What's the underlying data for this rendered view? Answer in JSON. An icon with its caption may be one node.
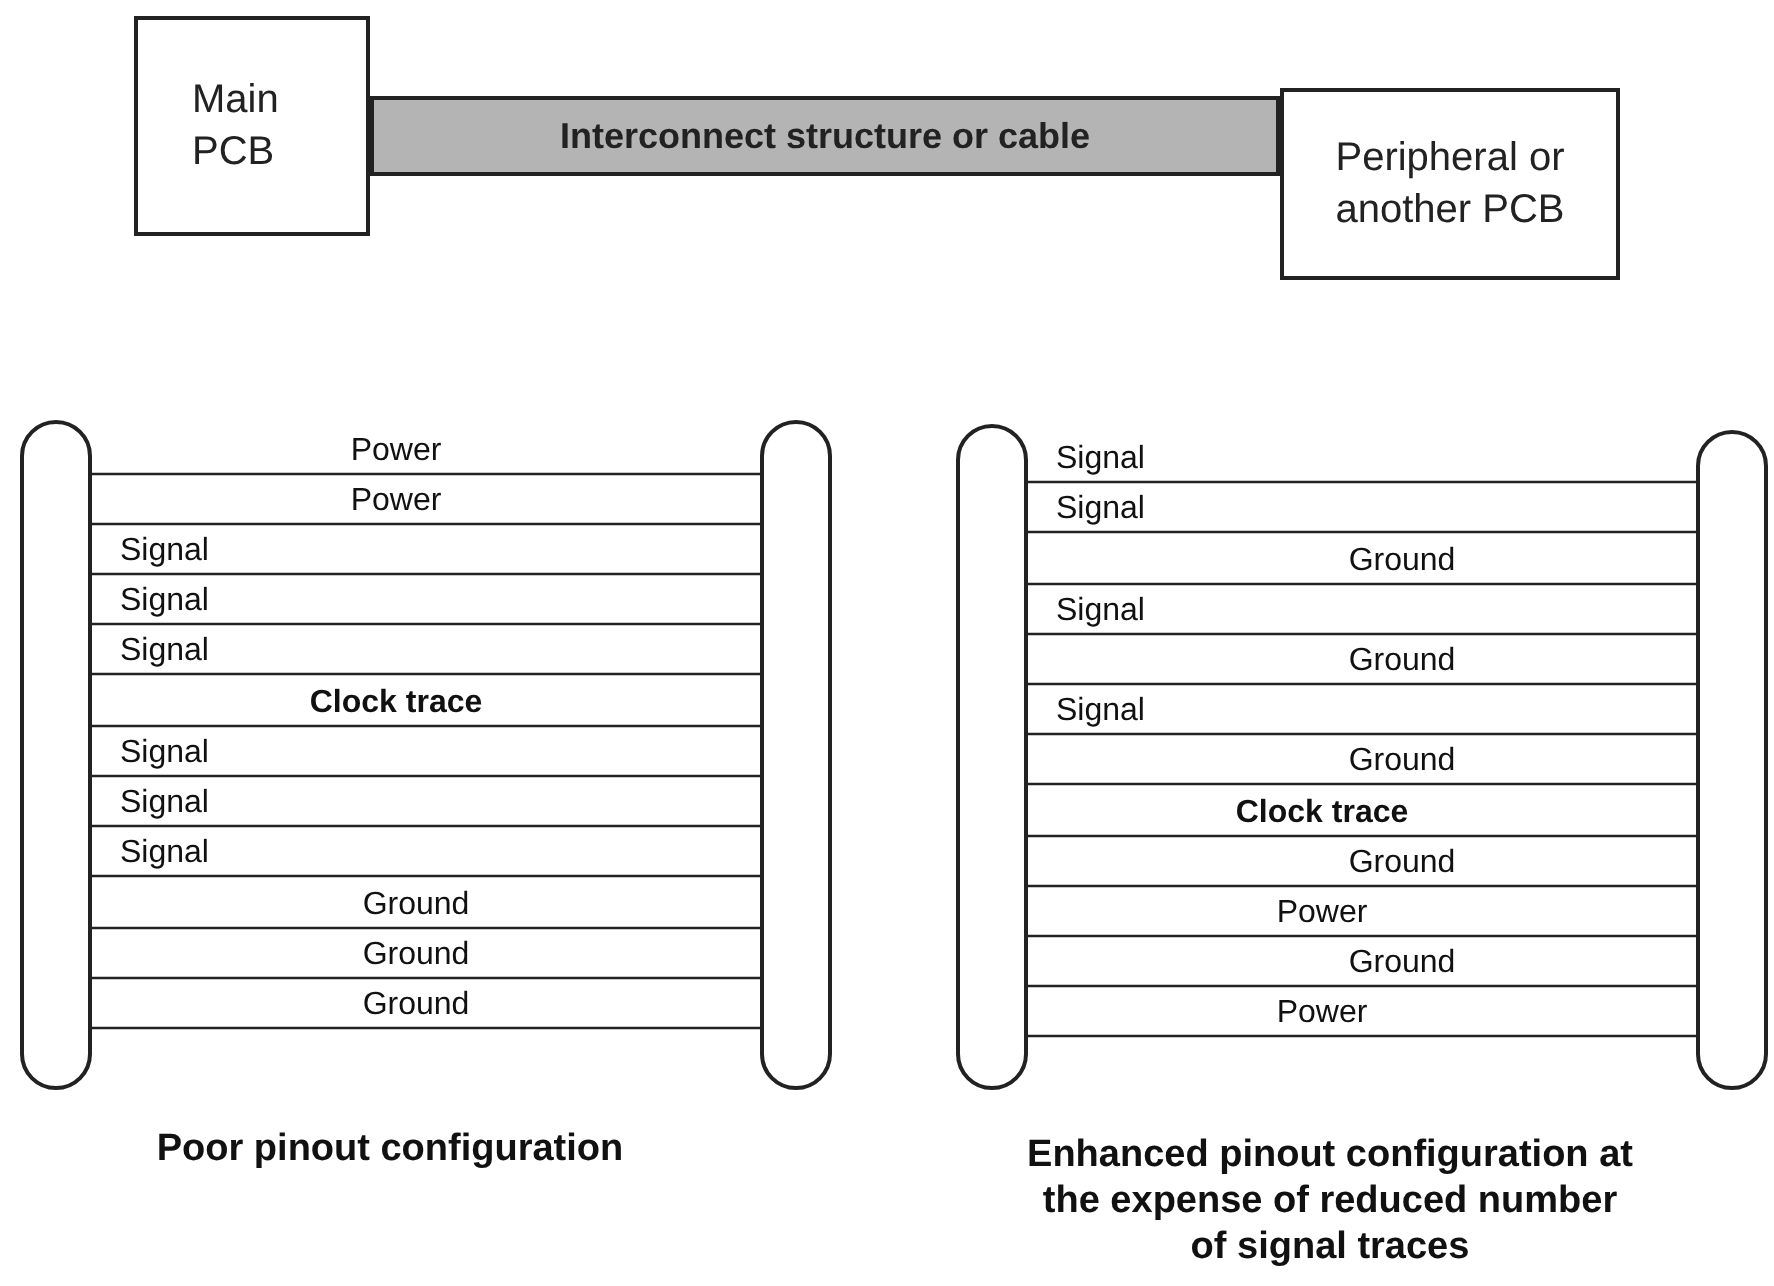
{
  "diagram": {
    "nodes": [
      {
        "text": [
          "Main PCB"
        ]
      },
      {
        "text": [
          "Interconnect structure or cable"
        ]
      },
      {
        "text": [
          "Peripheral or another PCB"
        ]
      },
      {
        "text": [],
        "shape": "bar"
      },
      {
        "text": [],
        "shape": "bar"
      },
      {
        "text": [],
        "shape": "bar"
      },
      {
        "text": [],
        "shape": "bar"
      }
    ],
    "edges": [
      {
        "from": 3,
        "to": 4,
        "arrow": "none",
        "label": "Power"
      },
      {
        "from": 3,
        "to": 4,
        "arrow": "none",
        "label": "Power"
      },
      {
        "from": 3,
        "to": 4,
        "arrow": "none",
        "label": "Signal"
      },
      {
        "from": 3,
        "to": 4,
        "arrow": "none",
        "label": "Signal"
      },
      {
        "from": 3,
        "to": 4,
        "arrow": "none",
        "label": "Signal"
      },
      {
        "from": 3,
        "to": 4,
        "arrow": "none",
        "label": "Clock trace"
      },
      {
        "from": 3,
        "to": 4,
        "arrow": "none",
        "label": "Signal"
      },
      {
        "from": 3,
        "to": 4,
        "arrow": "none",
        "label": "Signal"
      },
      {
        "from": 3,
        "to": 4,
        "arrow": "none",
        "label": "Signal"
      },
      {
        "from": 3,
        "to": 4,
        "arrow": "none",
        "label": "Ground"
      },
      {
        "from": 3,
        "to": 4,
        "arrow": "none",
        "label": "Ground"
      },
      {
        "from": 3,
        "to": 4,
        "arrow": "none",
        "label": "Ground"
      },
      {
        "from": 5,
        "to": 6,
        "arrow": "none",
        "label": "Signal"
      },
      {
        "from": 5,
        "to": 6,
        "arrow": "none",
        "label": "Signal"
      },
      {
        "from": 5,
        "to": 6,
        "arrow": "none",
        "label": "Ground"
      },
      {
        "from": 5,
        "to": 6,
        "arrow": "none",
        "label": "Signal"
      },
      {
        "from": 5,
        "to": 6,
        "arrow": "none",
        "label": "Ground"
      },
      {
        "from": 5,
        "to": 6,
        "arrow": "none",
        "label": "Signal"
      },
      {
        "from": 5,
        "to": 6,
        "arrow": "none",
        "label": "Ground"
      },
      {
        "from": 5,
        "to": 6,
        "arrow": "none",
        "label": "Clock trace"
      },
      {
        "from": 5,
        "to": 6,
        "arrow": "none",
        "label": "Ground"
      },
      {
        "from": 5,
        "to": 6,
        "arrow": "none",
        "label": "Power"
      },
      {
        "from": 5,
        "to": 6,
        "arrow": "none",
        "label": "Ground"
      },
      {
        "from": 5,
        "to": 6,
        "arrow": "none",
        "label": "Power"
      }
    ],
    "labels": [
      "Poor pinout configuration",
      "Enhanced pinout configuration at the expense of reduced number of signal traces"
    ]
  }
}
